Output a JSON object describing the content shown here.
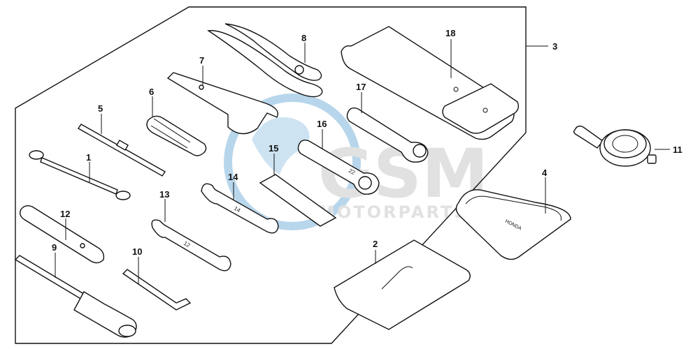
{
  "diagram": {
    "callouts": {
      "c1": "1",
      "c2": "2",
      "c3": "3",
      "c4": "4",
      "c5": "5",
      "c6": "6",
      "c7": "7",
      "c8": "8",
      "c9": "9",
      "c10": "10",
      "c11": "11",
      "c12": "12",
      "c13": "13",
      "c14": "14",
      "c15": "15",
      "c16": "16",
      "c17": "17",
      "c18": "18"
    },
    "watermark": {
      "brand": "GSM",
      "sub": "MOTORPARTS",
      "color_blue": "#7fb6dc",
      "color_grey": "#c9c9c9"
    },
    "item_labels": {
      "bag_brand": "HONDA",
      "spanner_marks_16": "22",
      "spanner_marks_14": "14",
      "spanner_marks_13": "12"
    }
  }
}
